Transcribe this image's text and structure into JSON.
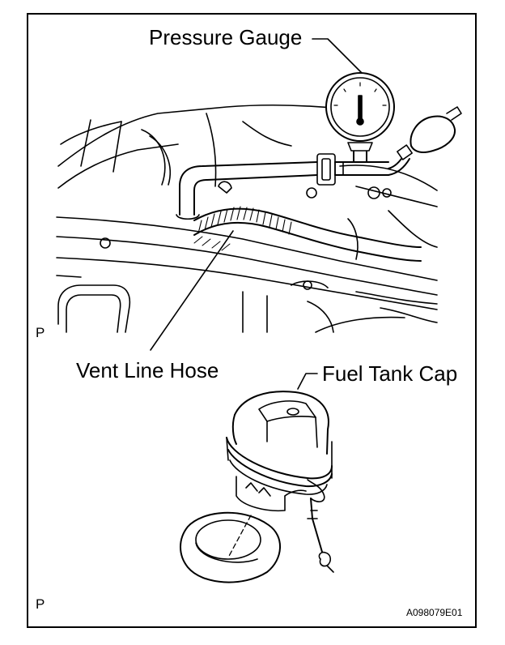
{
  "labels": {
    "pressure_gauge": "Pressure Gauge",
    "vent_line_hose": "Vent Line Hose",
    "fuel_tank_cap": "Fuel Tank Cap",
    "p_marker_top": "P",
    "p_marker_bottom": "P",
    "figure_code": "A098079E01"
  },
  "colors": {
    "line": "#000000",
    "background": "#ffffff"
  }
}
